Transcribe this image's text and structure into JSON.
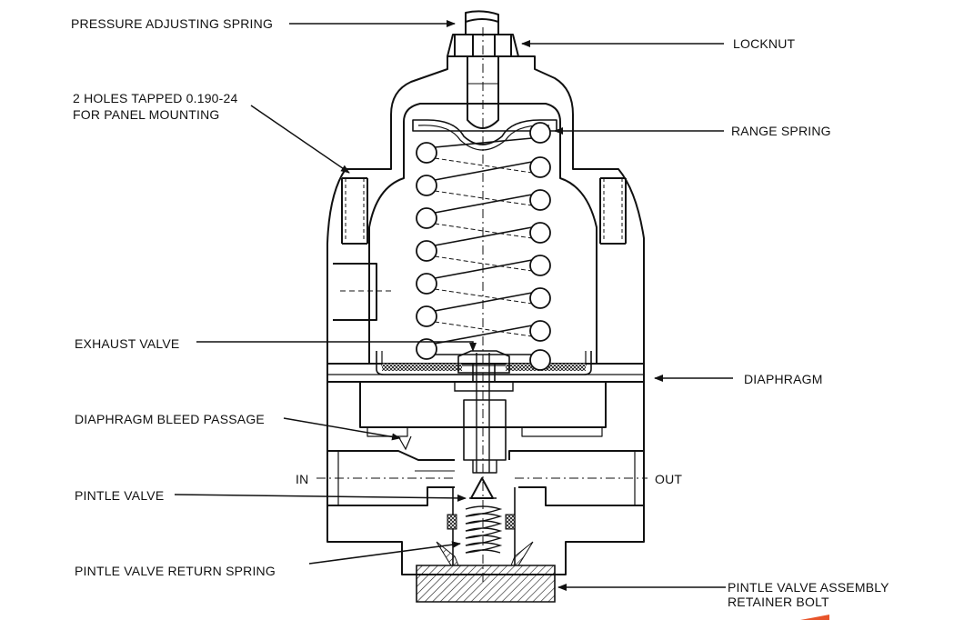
{
  "labels": {
    "pressure_adjusting_spring": "PRESSURE ADJUSTING SPRING",
    "locknut": "LOCKNUT",
    "holes_line1": "2 HOLES TAPPED 0.190-24",
    "holes_line2": "FOR PANEL MOUNTING",
    "range_spring": "RANGE SPRING",
    "exhaust_valve": "EXHAUST VALVE",
    "diaphragm": "DIAPHRAGM",
    "diaphragm_bleed_passage": "DIAPHRAGM BLEED PASSAGE",
    "in": "IN",
    "out": "OUT",
    "pintle_valve": "PINTLE VALVE",
    "pintle_valve_return_spring": "PINTLE VALVE RETURN SPRING",
    "retainer_bolt_line1": "PINTLE VALVE ASSEMBLY",
    "retainer_bolt_line2": "RETAINER BOLT"
  },
  "colors": {
    "ink": "#111111",
    "background": "#ffffff",
    "accent_mark": "#e8542a"
  }
}
